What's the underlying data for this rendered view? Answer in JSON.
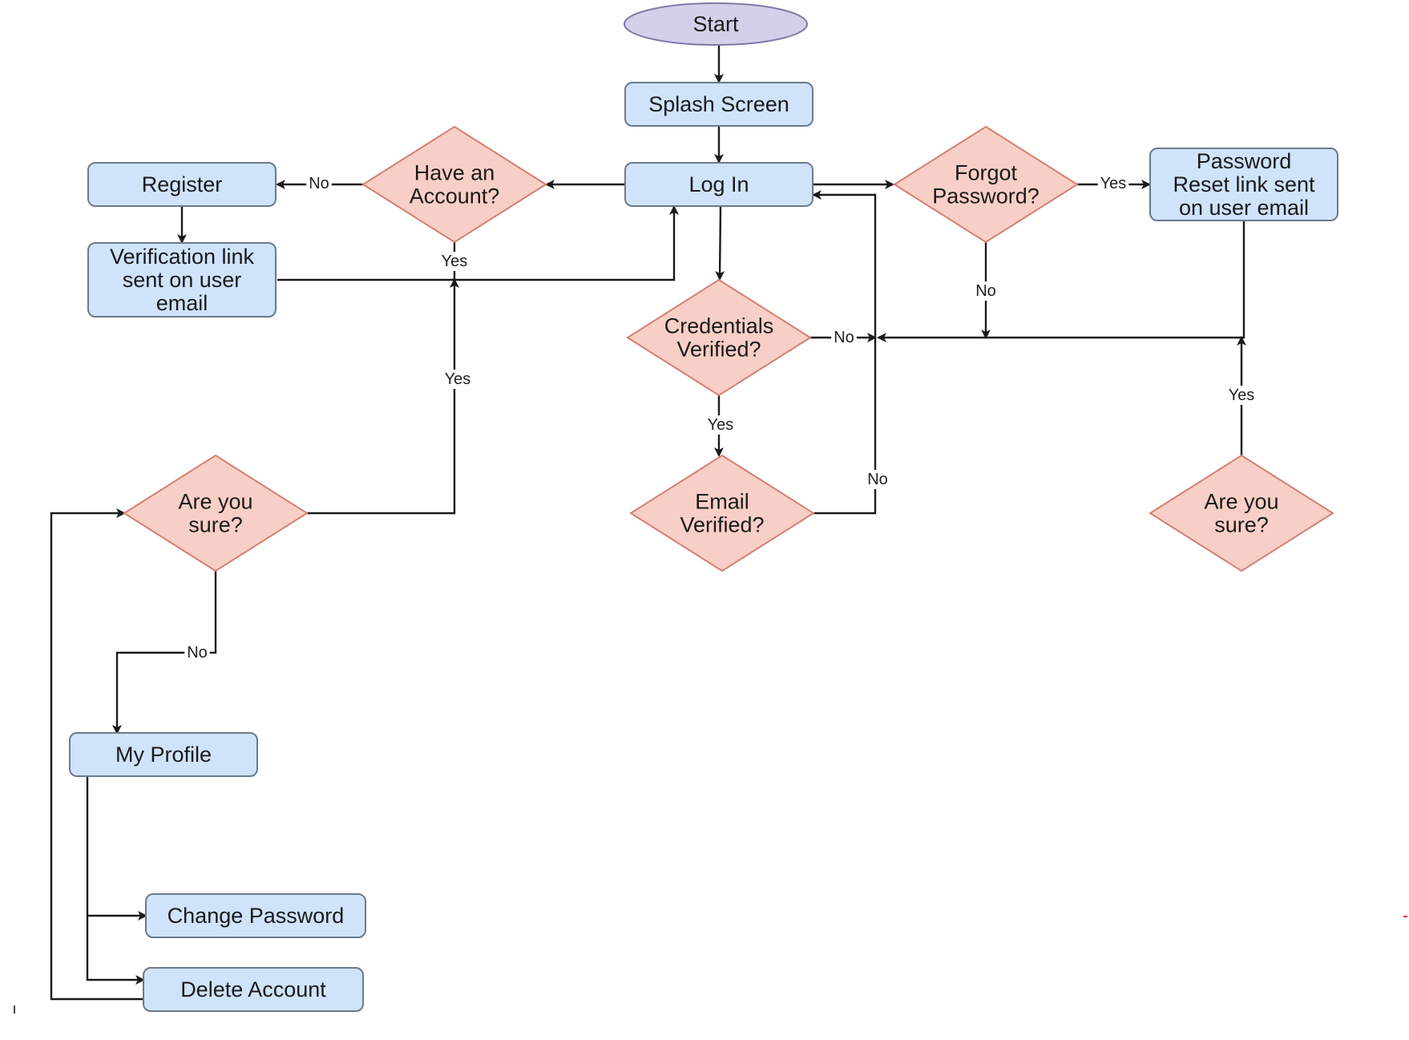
{
  "colors": {
    "process_fill": "#cfe3fa",
    "process_stroke": "#6c7a8c",
    "decision_fill": "#f8cfc6",
    "decision_stroke": "#d57f72",
    "terminal_fill": "#d3d1ea",
    "terminal_stroke": "#7f7aa8",
    "edge": "#1a1a1a",
    "label_bg": "#ffffff"
  },
  "nodes": {
    "start": {
      "shape": "terminal",
      "lines": [
        "Start"
      ]
    },
    "splash": {
      "shape": "process",
      "lines": [
        "Splash Screen"
      ]
    },
    "login": {
      "shape": "process",
      "lines": [
        "Log In"
      ]
    },
    "have_account": {
      "shape": "decision",
      "lines": [
        "Have an",
        "Account?"
      ]
    },
    "register": {
      "shape": "process",
      "lines": [
        "Register"
      ]
    },
    "verification": {
      "shape": "process",
      "lines": [
        "Verification link",
        "sent on user",
        "email"
      ]
    },
    "forgot": {
      "shape": "decision",
      "lines": [
        "Forgot",
        "Password?"
      ]
    },
    "reset_link": {
      "shape": "process",
      "lines": [
        "Password",
        "Reset link sent",
        "on user email"
      ]
    },
    "credentials": {
      "shape": "decision",
      "lines": [
        "Credentials",
        "Verified?"
      ]
    },
    "email_verified": {
      "shape": "decision",
      "lines": [
        "Email",
        "Verified?"
      ]
    },
    "sure_left": {
      "shape": "decision",
      "lines": [
        "Are you",
        "sure?"
      ]
    },
    "sure_right": {
      "shape": "decision",
      "lines": [
        "Are you",
        "sure?"
      ]
    },
    "profile": {
      "shape": "process",
      "lines": [
        "My Profile"
      ]
    },
    "change_pw": {
      "shape": "process",
      "lines": [
        "Change Password"
      ]
    },
    "delete_acct": {
      "shape": "process",
      "lines": [
        "Delete Account"
      ]
    }
  },
  "edges": [
    {
      "id": "start-splash",
      "from": "start",
      "to": "splash",
      "label": ""
    },
    {
      "id": "splash-login",
      "from": "splash",
      "to": "login",
      "label": ""
    },
    {
      "id": "login-have",
      "from": "login",
      "to": "have_account",
      "label": ""
    },
    {
      "id": "have-register",
      "from": "have_account",
      "to": "register",
      "label": "No"
    },
    {
      "id": "have-login",
      "from": "have_account",
      "to": "login",
      "label": "Yes"
    },
    {
      "id": "register-verification",
      "from": "register",
      "to": "verification",
      "label": ""
    },
    {
      "id": "verification-login",
      "from": "verification",
      "to": "login",
      "label": ""
    },
    {
      "id": "login-forgot",
      "from": "login",
      "to": "forgot",
      "label": ""
    },
    {
      "id": "forgot-reset",
      "from": "forgot",
      "to": "reset_link",
      "label": "Yes"
    },
    {
      "id": "forgot-no",
      "from": "forgot",
      "to": "login",
      "label": "No"
    },
    {
      "id": "login-credentials",
      "from": "login",
      "to": "credentials",
      "label": ""
    },
    {
      "id": "credentials-no",
      "from": "credentials",
      "to": "login",
      "label": "No"
    },
    {
      "id": "credentials-email",
      "from": "credentials",
      "to": "email_verified",
      "label": "Yes"
    },
    {
      "id": "email-no",
      "from": "email_verified",
      "to": "login",
      "label": "No"
    },
    {
      "id": "reset-bus",
      "from": "reset_link",
      "to": "login",
      "label": ""
    },
    {
      "id": "sure-right-yes",
      "from": "sure_right",
      "to": "login",
      "label": "Yes"
    },
    {
      "id": "sure-left-yes",
      "from": "sure_left",
      "to": "have_account",
      "label": "Yes"
    },
    {
      "id": "sure-left-no",
      "from": "sure_left",
      "to": "profile",
      "label": "No"
    },
    {
      "id": "profile-change",
      "from": "profile",
      "to": "change_pw",
      "label": ""
    },
    {
      "id": "profile-delete",
      "from": "profile",
      "to": "delete_acct",
      "label": ""
    },
    {
      "id": "delete-sure",
      "from": "delete_acct",
      "to": "sure_left",
      "label": ""
    }
  ]
}
